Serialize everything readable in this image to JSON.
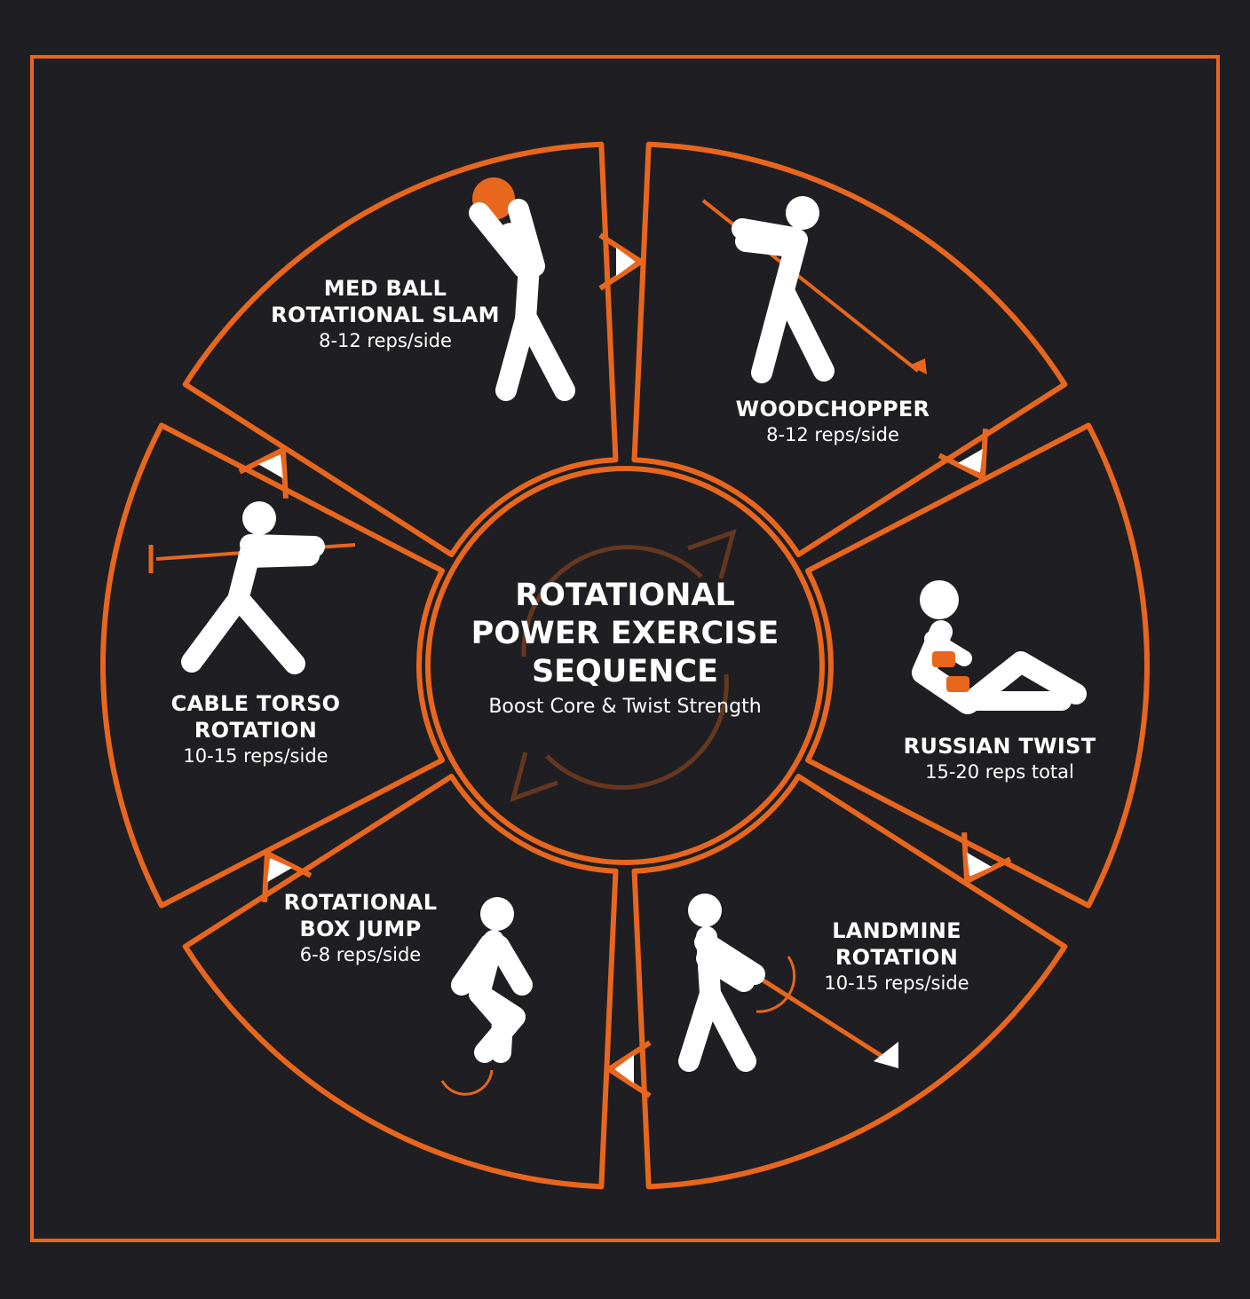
{
  "colors": {
    "background": "#1f1f23",
    "accent": "#e8661e",
    "text": "#ffffff"
  },
  "center": {
    "title_lines": [
      "ROTATIONAL",
      "POWER EXERCISE",
      "SEQUENCE"
    ],
    "subtitle": "Boost Core & Twist Strength",
    "icon": "cycle-arrows-icon"
  },
  "exercises": [
    {
      "name_lines": [
        "MED BALL",
        "ROTATIONAL SLAM"
      ],
      "reps": "8-12 reps/side",
      "icon": "med-ball-slam-figure-icon"
    },
    {
      "name_lines": [
        "WOODCHOPPER"
      ],
      "reps": "8-12 reps/side",
      "icon": "woodchopper-cable-figure-icon"
    },
    {
      "name_lines": [
        "RUSSIAN TWIST"
      ],
      "reps": "15-20 reps total",
      "icon": "russian-twist-figure-icon"
    },
    {
      "name_lines": [
        "LANDMINE",
        "ROTATION"
      ],
      "reps": "10-15 reps/side",
      "icon": "landmine-rotation-figure-icon"
    },
    {
      "name_lines": [
        "ROTATIONAL",
        "BOX JUMP"
      ],
      "reps": "6-8 reps/side",
      "icon": "box-jump-figure-icon"
    },
    {
      "name_lines": [
        "CABLE TORSO",
        "ROTATION"
      ],
      "reps": "10-15 reps/side",
      "icon": "cable-torso-rotation-figure-icon"
    }
  ]
}
